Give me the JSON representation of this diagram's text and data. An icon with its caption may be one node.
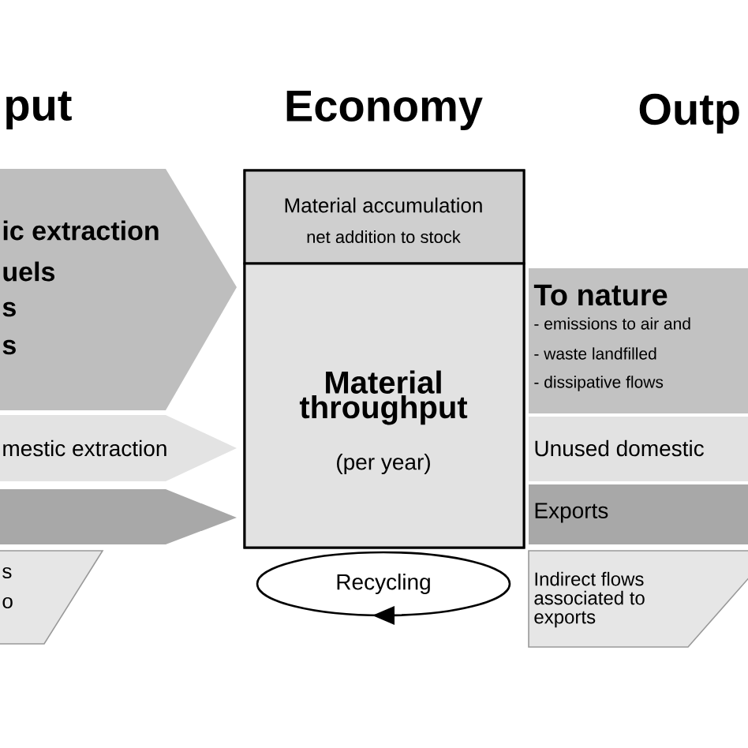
{
  "diagram": {
    "nodes": [
      {
        "text": [
          "ic extraction",
          "uels",
          "s",
          "s"
        ]
      },
      {
        "text": [
          "mestic extraction"
        ]
      },
      {
        "text": [],
        "shape": "arrow"
      },
      {
        "text": [
          "s",
          "o"
        ]
      },
      {
        "text": [
          "Economy"
        ]
      },
      {
        "text": [
          "Material accumulation",
          "net addition to stock"
        ],
        "in": 4
      },
      {
        "text": [
          "Material throughput",
          "(per year)"
        ],
        "in": 4
      },
      {
        "text": [
          "Recycling"
        ]
      },
      {
        "text": [
          "To nature",
          "- emissions to air and",
          "- waste landfilled",
          "- dissipative flows"
        ]
      },
      {
        "text": [
          "Unused domestic"
        ]
      },
      {
        "text": [
          "Exports"
        ]
      },
      {
        "text": [
          "Indirect flows associated to exports"
        ]
      }
    ],
    "labels": [
      "put",
      "Outp"
    ]
  }
}
